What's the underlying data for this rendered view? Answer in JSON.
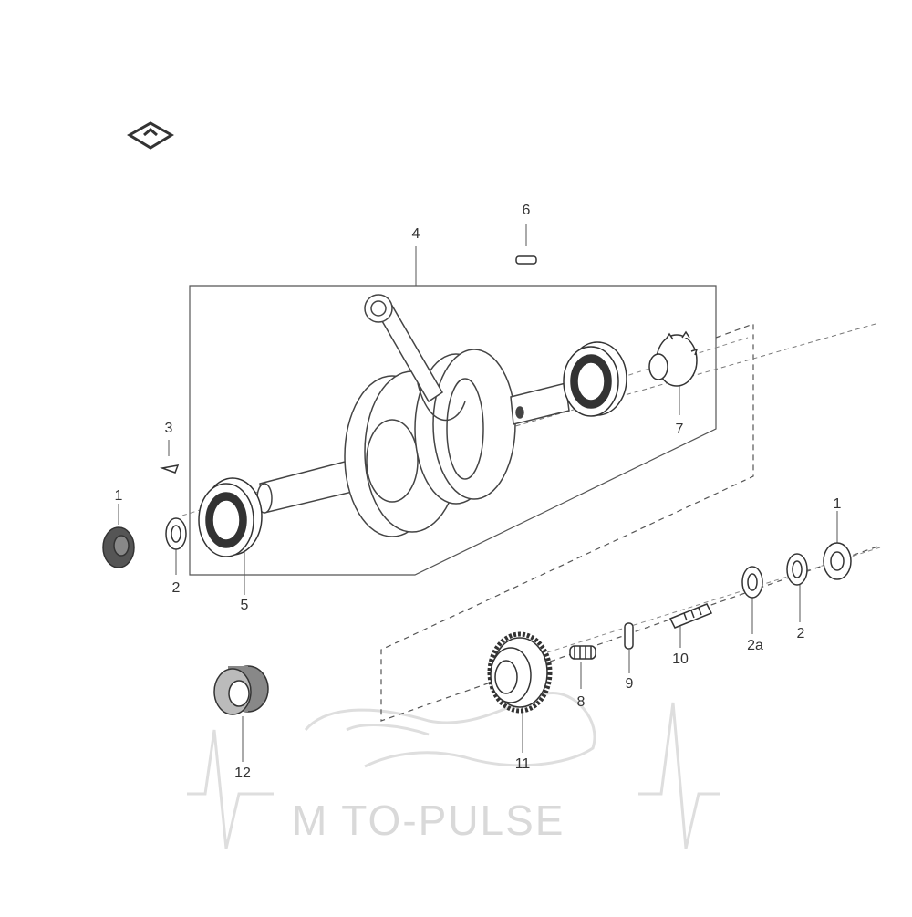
{
  "callouts": {
    "c1_left": "1",
    "c1_right": "1",
    "c2_left": "2",
    "c2_right": "2",
    "c2a": "2a",
    "c3": "3",
    "c4": "4",
    "c5": "5",
    "c6": "6",
    "c7": "7",
    "c8": "8",
    "c9": "9",
    "c10": "10",
    "c11": "11",
    "c12": "12"
  },
  "watermark": "M  TO-PULSE",
  "colors": {
    "line": "#444444",
    "part_fill": "#ffffff",
    "dark": "#333333",
    "watermark": "#d9d9d9"
  },
  "icons": {
    "orientation": "diamond-arrow-icon",
    "watermark_logo": "moto-pulse-logo"
  }
}
